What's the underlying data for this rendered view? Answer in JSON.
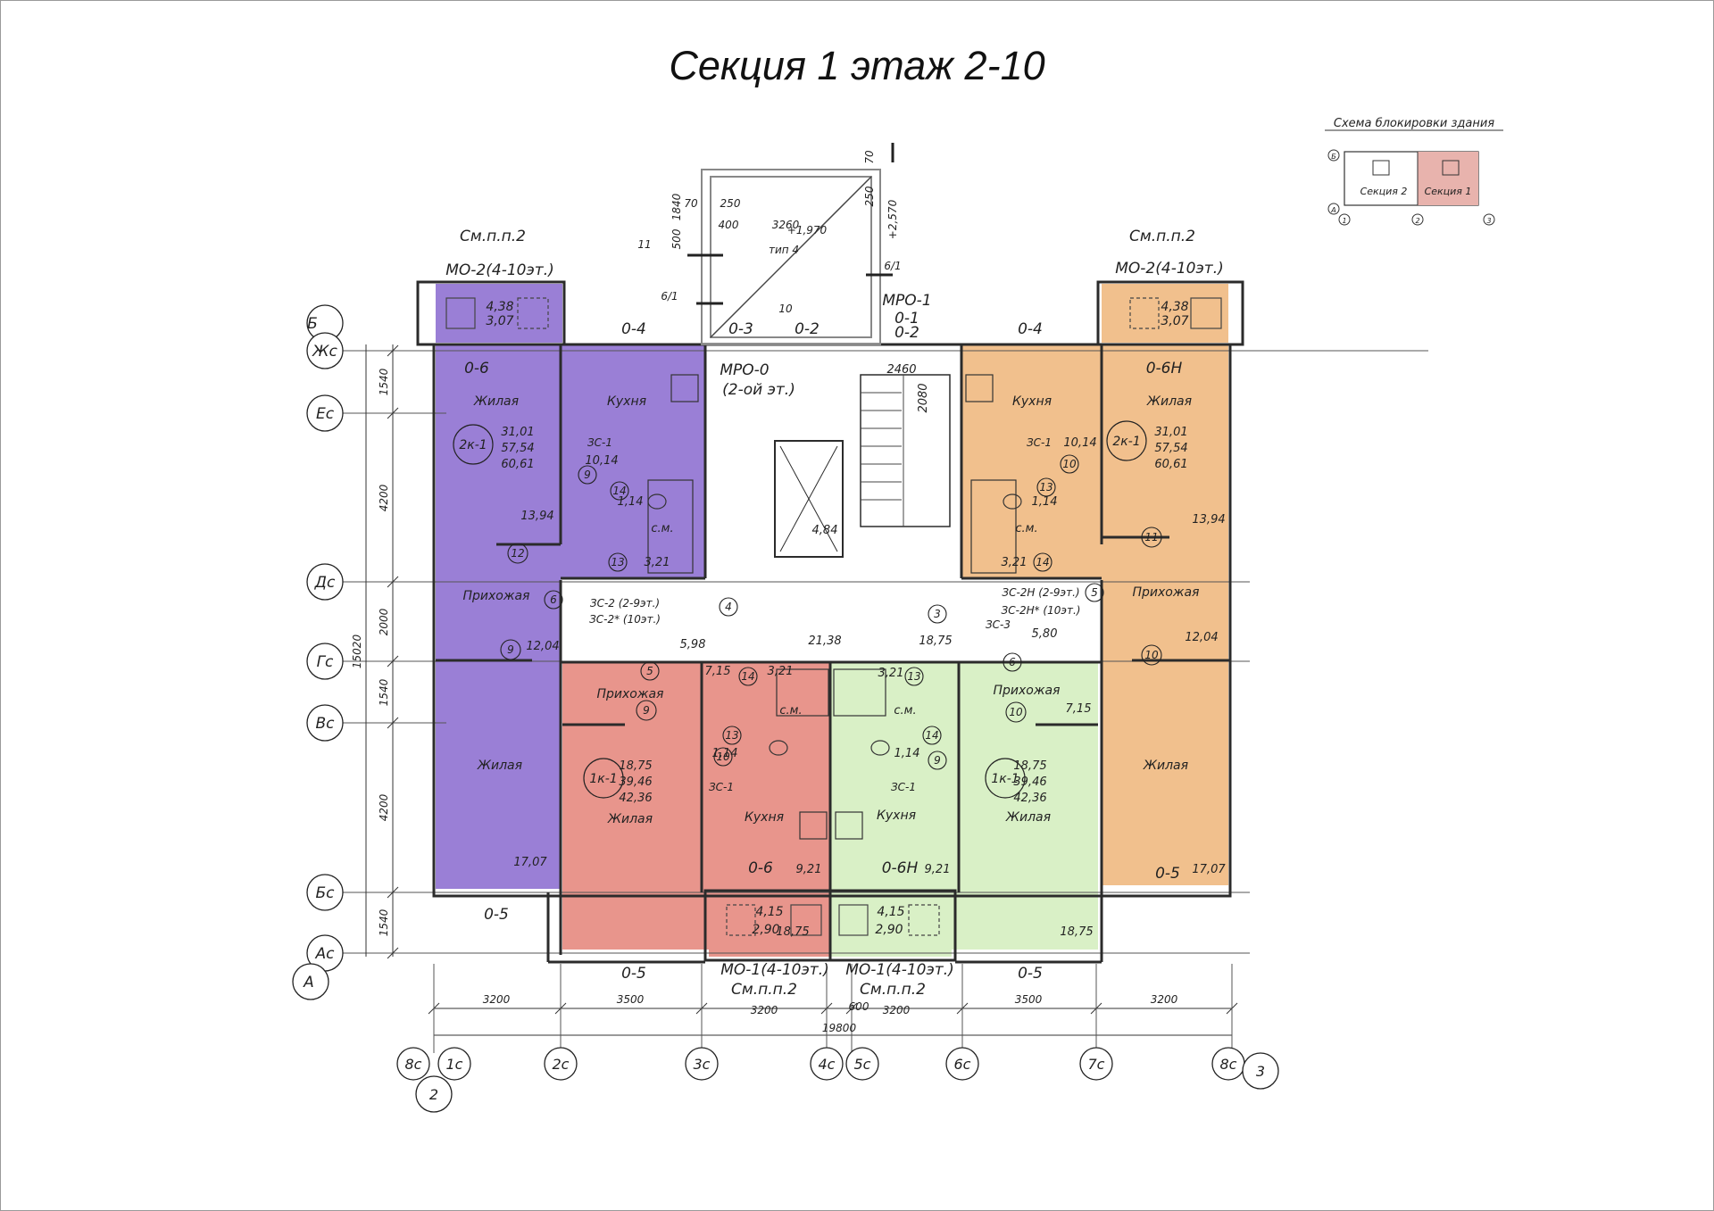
{
  "page": {
    "title": "Секция 1 этаж 2-10"
  },
  "scheme": {
    "title": "Схема блокировки здания",
    "section2": "Секция 2",
    "section1": "Секция 1",
    "row_top": "Б",
    "row_bottom": "А",
    "axes": [
      "1",
      "2",
      "3"
    ]
  },
  "colors": {
    "purple": "#9a7fd6",
    "orange": "#f1c08d",
    "red": "#e8958c",
    "green": "#d9f0c6",
    "line": "#2b2b2b"
  },
  "rows": [
    {
      "name": "row-Б",
      "label": "Б"
    },
    {
      "name": "row-Жс",
      "label": "Жс"
    },
    {
      "name": "row-Ес",
      "label": "Ес"
    },
    {
      "name": "row-Дс",
      "label": "Дс"
    },
    {
      "name": "row-Гс",
      "label": "Гс"
    },
    {
      "name": "row-Вс",
      "label": "Вс"
    },
    {
      "name": "row-Бс",
      "label": "Бс"
    },
    {
      "name": "row-Ас",
      "label": "Ас"
    },
    {
      "name": "row-А",
      "label": "А"
    }
  ],
  "cols": [
    {
      "name": "col-8с-left",
      "label": "8с"
    },
    {
      "name": "col-1с",
      "label": "1с"
    },
    {
      "name": "col-2-left",
      "label": "2"
    },
    {
      "name": "col-2с",
      "label": "2с"
    },
    {
      "name": "col-3с",
      "label": "3с"
    },
    {
      "name": "col-4с",
      "label": "4с"
    },
    {
      "name": "col-5с",
      "label": "5с"
    },
    {
      "name": "col-6с",
      "label": "6с"
    },
    {
      "name": "col-7с",
      "label": "7с"
    },
    {
      "name": "col-8с-right",
      "label": "8с"
    },
    {
      "name": "col-3-right",
      "label": "3"
    }
  ],
  "dims_left": [
    "1540",
    "4200",
    "2000",
    "1540",
    "4200",
    "1540"
  ],
  "dim_total_left": "15020",
  "dims_bottom": [
    "3200",
    "3500",
    "3200",
    "600",
    "3200",
    "3500",
    "3200"
  ],
  "dim_total_bottom": "19800",
  "top_dims": [
    "1840",
    "500",
    "70",
    "250",
    "400",
    "3260",
    "250",
    "70"
  ],
  "labels": {
    "smpp": "См.п.п.2",
    "mo2": "МО-2(4-10эт.)",
    "mo1": "МО-1(4-10эт.)",
    "loggia_top": [
      "4,38",
      "3,07"
    ],
    "loggia_bottom": [
      "4,15",
      "2,90"
    ],
    "o4": "0-4",
    "o3": "0-3",
    "o2": "0-2",
    "o5": "0-5",
    "o6": "0-6",
    "o6n": "0-6Н",
    "o1": "0-1",
    "mpo1": "МРО-1",
    "mpo0": "МРО-0",
    "mpo0_note": "(2-ой эт.)",
    "tip4": "тип 4",
    "elev1970": "+1,970",
    "elev2570": "+2,570",
    "n11": "11",
    "n10": "10",
    "n61": "6/1",
    "d2460": "2460",
    "d2080": "2080",
    "lift": "4,84",
    "corridor": "21,38",
    "corridor2": "18,75",
    "c3": "3",
    "c4": "4",
    "zhilaya": "Жилая",
    "kukhnya": "Кухня",
    "prikhozhaya": "Прихожая",
    "sm": "с.м.",
    "zs1": "ЗС-1",
    "zs2": "ЗС-2 (2-9эт.)",
    "zs2s": "ЗС-2* (10эт.)",
    "zs2n": "ЗС-2Н (2-9эт.)",
    "zs2ns": "ЗС-2Н* (10эт.)",
    "zs3": "ЗС-3"
  },
  "apartments": {
    "a2k_left": {
      "type": "2к-1",
      "areas": [
        "31,01",
        "57,54",
        "60,61"
      ],
      "living": "13,94",
      "kitchen": "10,14",
      "wc": "1,14",
      "bath": "3,21",
      "hall": "12,04",
      "living2": "17,07",
      "marks": [
        "9",
        "14",
        "12",
        "13",
        "6",
        "9"
      ]
    },
    "a2k_right": {
      "type": "2к-1",
      "areas": [
        "31,01",
        "57,54",
        "60,61"
      ],
      "living": "13,94",
      "kitchen": "10,14",
      "wc": "1,14",
      "bath": "3,21",
      "hall": "12,04",
      "living2": "17,07",
      "marks": [
        "10",
        "13",
        "11",
        "14",
        "5",
        "10"
      ]
    },
    "a1k_left": {
      "type": "1к-1",
      "areas": [
        "18,75",
        "39,46",
        "42,36"
      ],
      "hall": "7,15",
      "bath": "3,21",
      "wc": "1,14",
      "kitchen": "9,21",
      "living": "18,75",
      "corr": "5,98",
      "marks": [
        "5",
        "9",
        "14",
        "13",
        "10"
      ]
    },
    "a1k_right": {
      "type": "1к-1",
      "areas": [
        "18,75",
        "39,46",
        "42,36"
      ],
      "hall": "7,15",
      "bath": "3,21",
      "wc": "1,14",
      "kitchen": "9,21",
      "living": "18,75",
      "corr": "5,80",
      "marks": [
        "6",
        "10",
        "13",
        "14",
        "9"
      ]
    }
  }
}
